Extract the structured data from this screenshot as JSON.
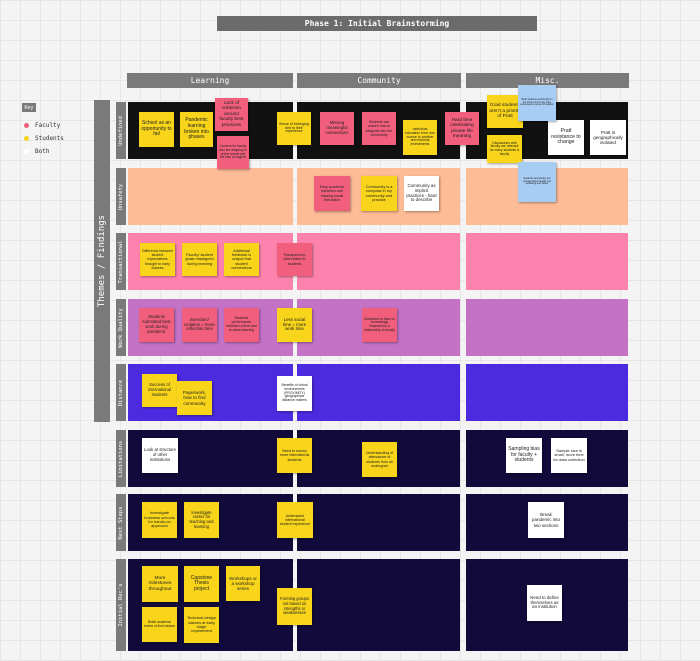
{
  "page_title": "Phase 1: Initial Brainstorming",
  "columns": [
    "Learning",
    "Community",
    "Misc."
  ],
  "key": {
    "title": "Key",
    "items": [
      {
        "label": "Faculty",
        "color": "#f25f7c"
      },
      {
        "label": "Students",
        "color": "#f8d51a"
      },
      {
        "label": "Both",
        "color": "#ffffff"
      }
    ]
  },
  "side_label": "Themes / Findings",
  "rows": [
    {
      "label": "Undefined",
      "color": "#111111"
    },
    {
      "label": "Unsafety",
      "color": "#fdbb96"
    },
    {
      "label": "Transactional",
      "color": "#fd82ad"
    },
    {
      "label": "Work Quality",
      "color": "#c372c6"
    },
    {
      "label": "Distance",
      "color": "#4c2ae0"
    },
    {
      "label": "Limitations",
      "color": "#110a3b"
    },
    {
      "label": "Next Steps",
      "color": "#110a3b"
    },
    {
      "label": "Initial Rec's",
      "color": "#110a3b"
    }
  ],
  "notes": {
    "n1": "School as an opportunity to fail",
    "n2": "Pandemic learning broken into phases",
    "n3": "Lack of cohesion around faculty best practices",
    "n4": "Concern for faculty who are adapting to online format and the lack of support",
    "n5": "Sense of belonging tied to their experience",
    "n6": "Missing meaningful connections",
    "n7": "Students are unsure how to integrate into the community",
    "n8": "Individual education from one course to another and minimal investments",
    "n9": "Hard time celebrating private life meaning",
    "n10": "Grad students aren't a priority of Pratt",
    "n11": "Discussions with faculty are relevant for many students & faculty",
    "n12": "Pratt resistance to change",
    "n13": "Pratt is geographically isolated",
    "n14": "Both students and faculty in the Pratt community have expressed a sense of isolation",
    "n15": "Students and faculty are worried about health and wellbeing and safety",
    "n16": "Easy academic transition and missing social interaction",
    "n17": "Community is a compass in my community and practice",
    "n18": "Community as implicit practices - hard to describe",
    "n19": "Difference between student expectations brought to early classes",
    "n20": "Faculty/ student goals misaligned during learning",
    "n21": "Additional feedback is unique that student connections",
    "n22": "Transparency, information to students",
    "n23": "Students submitted best work during pandemic",
    "n24": "Boredom/ isolation = more reflection time",
    "n25": "Students performance between online and in-class learning",
    "n26": "Less social time = more work time",
    "n27": "Motivation to learn is increasingly impacted by a relationship to faculty",
    "n28": "Success of international students",
    "n29": "Paperwork, how to find community",
    "n30": "Benefits of virtual environments (PROXIMITY) geographical distance matters",
    "n31": "Look at structure of other institutions",
    "n32": "Need to survey more international students",
    "n33": "Understanding of attendance of students from all undergrad",
    "n34": "Sampling bias for faculty + students",
    "n35": "Sample size is small, more time for data collection",
    "n36": "Investigate business schools for hands-on approach",
    "n37": "Investigate center for teaching and learning",
    "n38": "Understand international student experience",
    "n39": "Break pandemic into two sections",
    "n40": "More milestones throughout",
    "n41": "Capstone Thesis project",
    "n42": "Workshops or a workshop series",
    "n43": "Forming groups not based on strengths or weaknesses",
    "n44": "Better academic review of final classes",
    "n45": "Technical design classes at early stage requirement",
    "n46": "Need to define themselves as an institution"
  }
}
